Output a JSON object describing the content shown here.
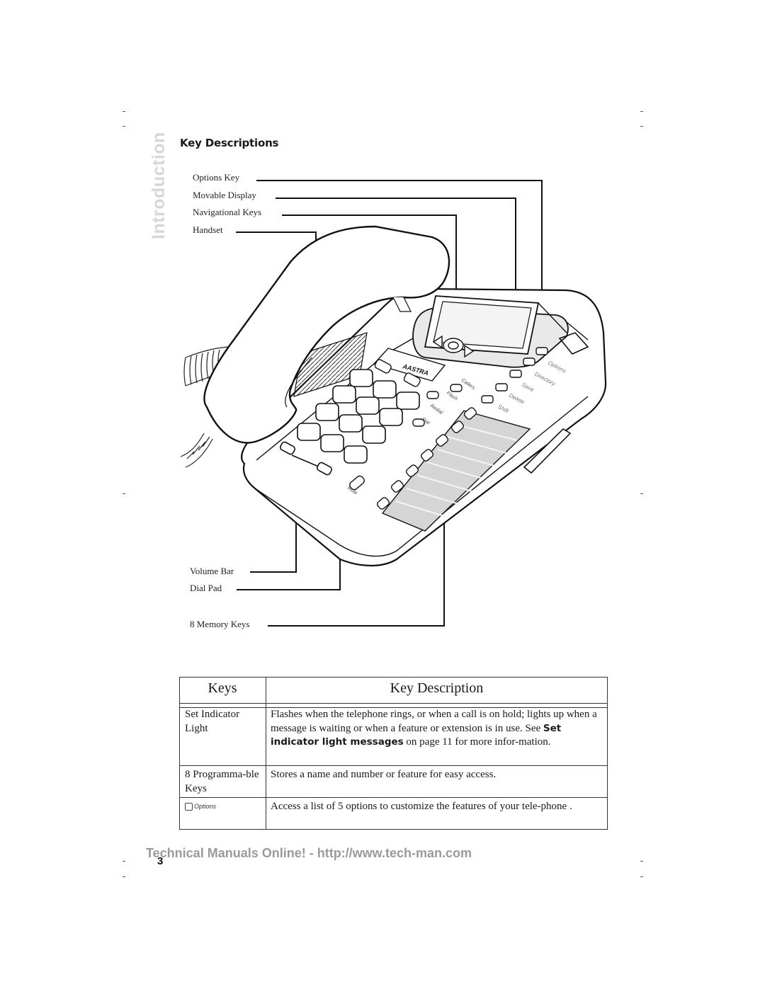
{
  "side_tab": "Introduction",
  "heading": "Key Descriptions",
  "callouts": {
    "options_key": "Options Key",
    "movable_display": "Movable Display",
    "navigational_keys": "Navigational Keys",
    "handset": "Handset",
    "volume_bar": "Volume Bar",
    "dial_pad": "Dial Pad",
    "memory_keys": "8 Memory Keys"
  },
  "phone_labels": {
    "brand": "AASTRA",
    "options": "Options",
    "directory": "Directory",
    "save": "Save",
    "delete": "Delete",
    "shift": "Shift",
    "callers": "Callers",
    "flash": "Flash",
    "redial": "Redial",
    "dial": "Dial",
    "mute": "Mute"
  },
  "table": {
    "col_keys": "Keys",
    "col_description": "Key Description",
    "rows": [
      {
        "key": "Set Indicator Light",
        "desc_before": "Flashes when the telephone rings, or when a call is on hold; lights up when a message is waiting or when a feature or extension is in use. See ",
        "desc_bold": "Set indicator light messages",
        "desc_after": " on page 11 for more infor-mation."
      },
      {
        "key": "8 Programma-ble Keys",
        "desc": "Stores a name and number or feature for easy access."
      },
      {
        "key_icon_label": "Options",
        "desc": "Access a list of 5 options  to customize the features of your tele-phone ."
      }
    ]
  },
  "footer": "Technical Manuals Online! - http://www.tech-man.com",
  "page_number": "3"
}
